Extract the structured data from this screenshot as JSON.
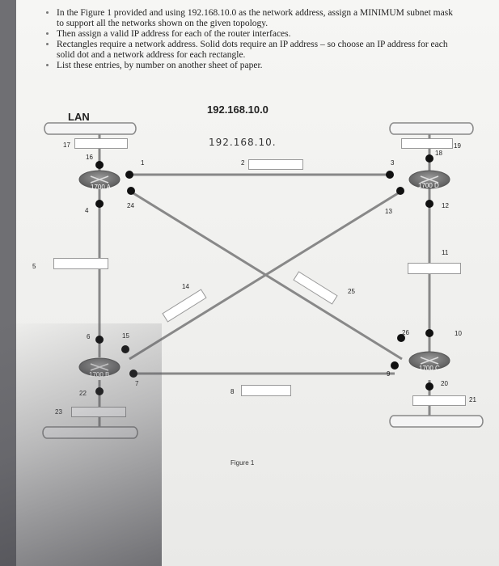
{
  "instructions": [
    "In the Figure 1 provided and using 192.168.10.0 as the network address, assign a MINIMUM subnet mask to support all the networks shown on the given topology.",
    "Then assign a valid IP address for each of the router interfaces.",
    "Rectangles require a network address. Solid dots require an IP address – so choose an IP address for each solid dot and a network address for each rectangle.",
    "List these entries, by number on another sheet of paper."
  ],
  "diagram": {
    "network_address": "192.168.10.0",
    "lan_label": "LAN",
    "handwritten_note": "192.168.10.",
    "routers": {
      "a": "1700 A",
      "b": "1700 B",
      "c": "1700 C",
      "d": "1700 D"
    },
    "caption": "Figure 1",
    "numbers": {
      "n1": "1",
      "n2": "2",
      "n3": "3",
      "n4": "4",
      "n5": "5",
      "n6": "6",
      "n7": "7",
      "n8": "8",
      "n9": "9",
      "n10": "10",
      "n11": "11",
      "n12": "12",
      "n13": "13",
      "n14": "14",
      "n15": "15",
      "n16": "16",
      "n17": "17",
      "n18": "18",
      "n19": "19",
      "n20": "20",
      "n21": "21",
      "n22": "22",
      "n23": "23",
      "n24": "24",
      "n25": "25",
      "n26": "26"
    }
  }
}
